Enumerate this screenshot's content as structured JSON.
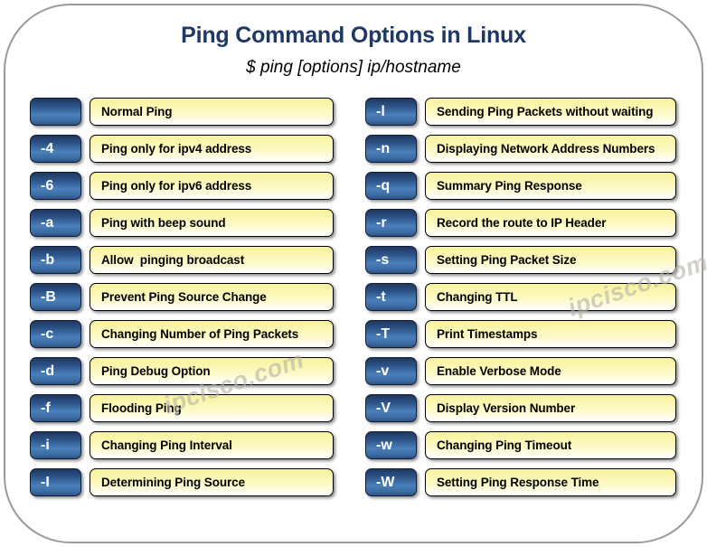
{
  "header": {
    "title": "Ping Command Options in Linux",
    "subtitle": "$ ping [options] ip/hostname"
  },
  "watermarks": {
    "left": "ipcisco.com",
    "right": "ipcisco.com"
  },
  "colors": {
    "title": "#1F3864",
    "badge_dark": "#20375D",
    "badge_light": "#4A7FBA",
    "box_yellow": "#F6F29E",
    "frame_border": "#9A9A9A"
  },
  "columns": {
    "left": [
      {
        "option": "",
        "description": "Normal Ping"
      },
      {
        "option": "-4",
        "description": "Ping only for ipv4 address"
      },
      {
        "option": "-6",
        "description": "Ping only for ipv6 address"
      },
      {
        "option": "-a",
        "description": "Ping with beep sound"
      },
      {
        "option": "-b",
        "description": "Allow  pinging broadcast"
      },
      {
        "option": "-B",
        "description": "Prevent Ping Source Change"
      },
      {
        "option": "-c",
        "description": "Changing Number of Ping Packets"
      },
      {
        "option": "-d",
        "description": "Ping Debug Option"
      },
      {
        "option": "-f",
        "description": "Flooding Ping"
      },
      {
        "option": "-i",
        "description": "Changing Ping Interval"
      },
      {
        "option": "-I",
        "description": "Determining Ping Source"
      }
    ],
    "right": [
      {
        "option": "-l",
        "description": "Sending Ping Packets without waiting"
      },
      {
        "option": "-n",
        "description": "Displaying Network Address Numbers"
      },
      {
        "option": "-q",
        "description": "Summary Ping Response"
      },
      {
        "option": "-r",
        "description": "Record the route to IP Header"
      },
      {
        "option": "-s",
        "description": "Setting Ping Packet Size"
      },
      {
        "option": "-t",
        "description": "Changing TTL"
      },
      {
        "option": "-T",
        "description": "Print Timestamps"
      },
      {
        "option": "-v",
        "description": "Enable Verbose Mode"
      },
      {
        "option": "-V",
        "description": "Display Version Number"
      },
      {
        "option": "-w",
        "description": "Changing Ping Timeout"
      },
      {
        "option": "-W",
        "description": "Setting Ping Response Time"
      }
    ]
  }
}
